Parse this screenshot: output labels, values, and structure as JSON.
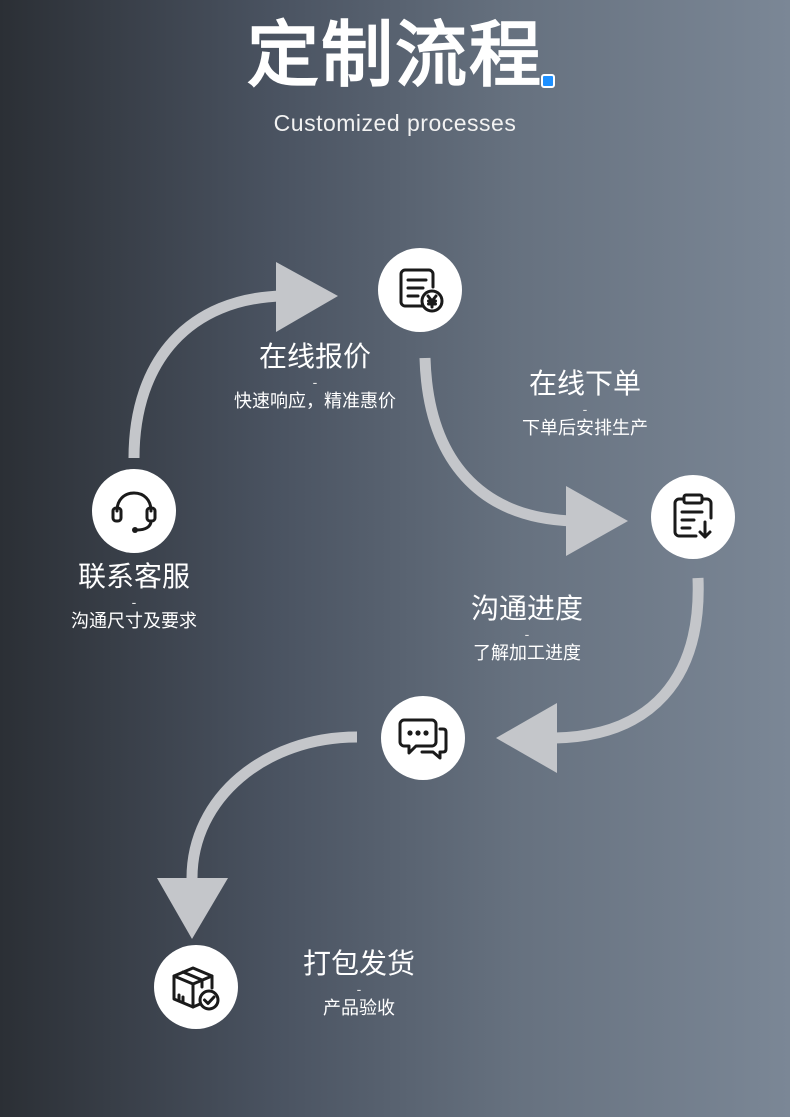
{
  "header": {
    "title": "定制流程",
    "subtitle": "Customized processes"
  },
  "steps": [
    {
      "title": "联系客服",
      "dash": "-",
      "desc": "沟通尺寸及要求",
      "icon": "headset-icon"
    },
    {
      "title": "在线报价",
      "dash": "-",
      "desc": "快速响应，精准惠价",
      "icon": "quote-document-yen-icon"
    },
    {
      "title": "在线下单",
      "dash": "-",
      "desc": "下单后安排生产",
      "icon": "clipboard-order-icon"
    },
    {
      "title": "沟通进度",
      "dash": "-",
      "desc": "了解加工进度",
      "icon": "chat-bubbles-icon"
    },
    {
      "title": "打包发货",
      "dash": "-",
      "desc": "产品验收",
      "icon": "package-check-icon"
    }
  ],
  "colors": {
    "arrow": "#c4c6ca",
    "accent_dot": "#1e90ff",
    "node_bg": "#ffffff",
    "icon_stroke": "#1a1a1a"
  }
}
